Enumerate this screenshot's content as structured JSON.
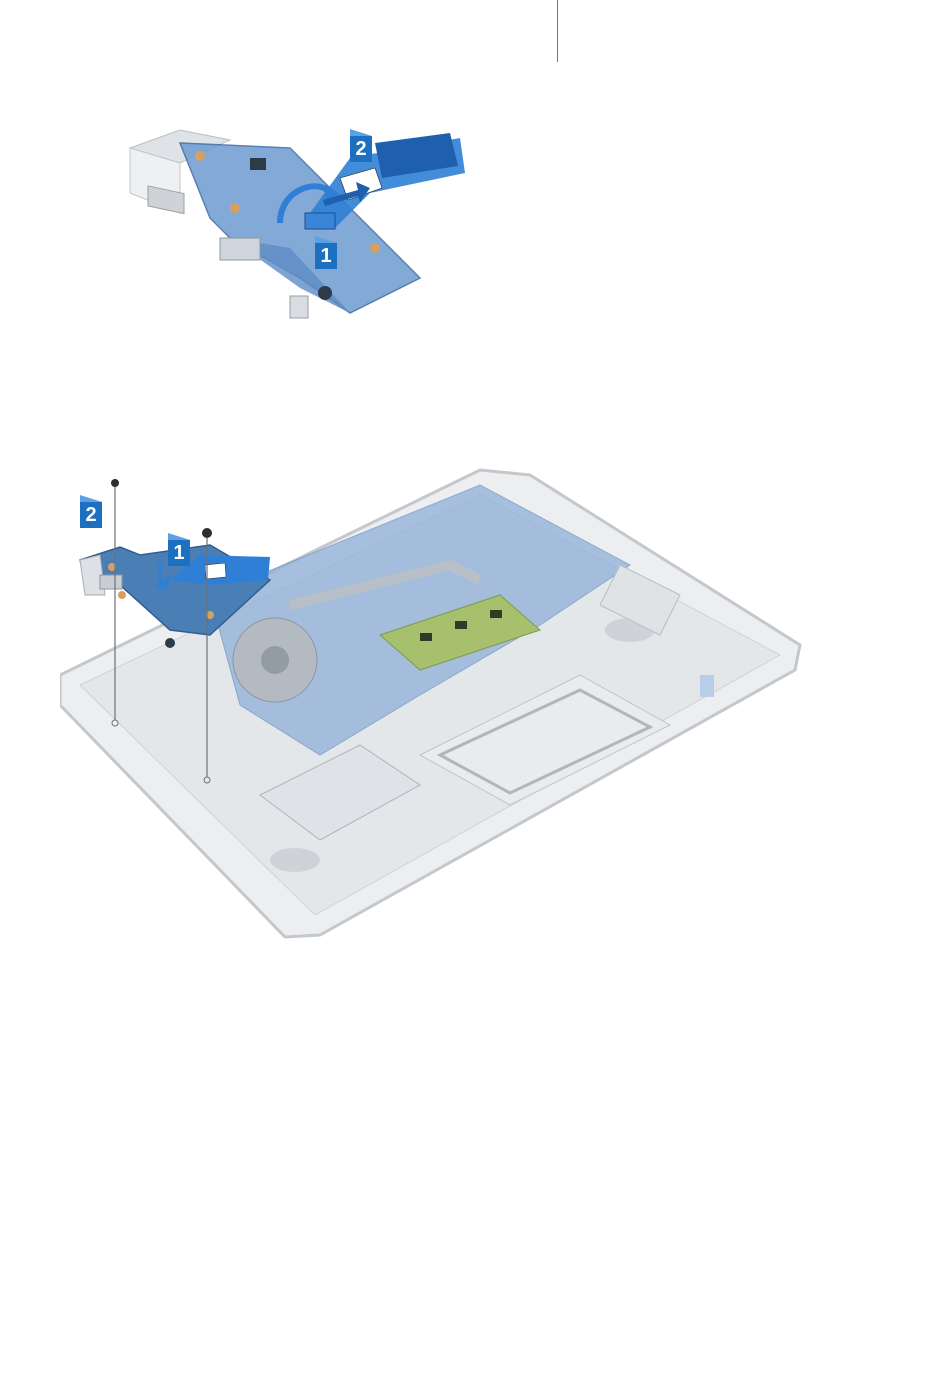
{
  "callouts_top": [
    {
      "label": "1"
    },
    {
      "label": "2"
    }
  ],
  "callouts_bottom": [
    {
      "label": "1"
    },
    {
      "label": "2"
    }
  ],
  "colors": {
    "board_blue": "#4a7fb6",
    "callout_blue": "#1d6fc0",
    "chassis_gray": "#d9dbde",
    "cable_blue": "#2f7fd6"
  }
}
